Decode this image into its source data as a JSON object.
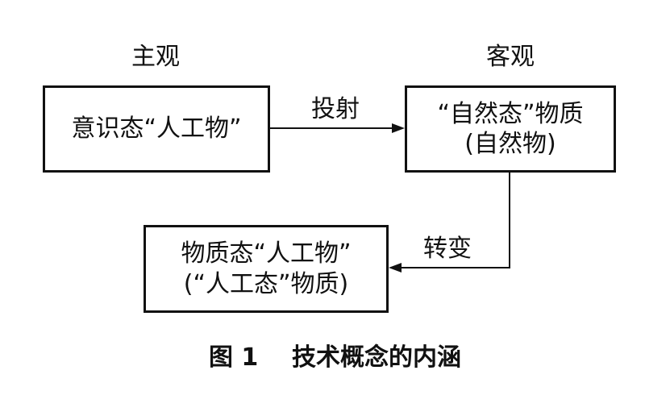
{
  "headers": {
    "subjective": "主观",
    "objective": "客观"
  },
  "boxes": {
    "consciousness": {
      "line1": "意识态“人工物”"
    },
    "natural": {
      "line1": "“自然态”物质",
      "line2": "(自然物)"
    },
    "material": {
      "line1": "物质态“人工物”",
      "line2": "(“人工态”物质)"
    }
  },
  "arrows": {
    "projection": "投射",
    "transformation": "转变"
  },
  "caption": {
    "number": "图 1",
    "title": "技术概念的内涵"
  }
}
